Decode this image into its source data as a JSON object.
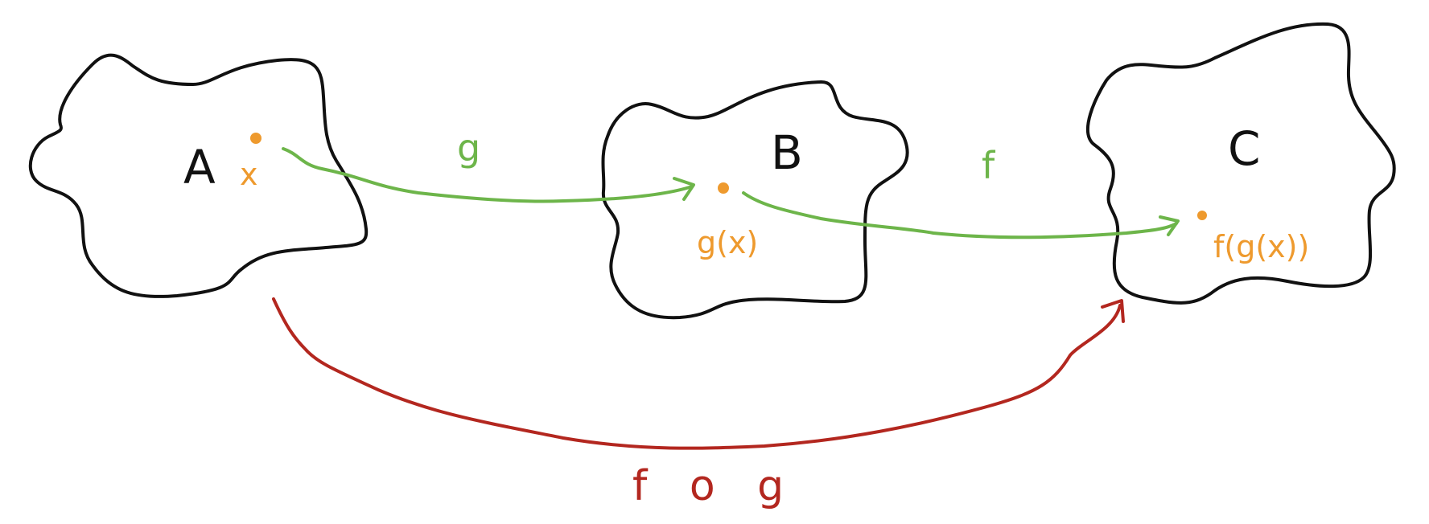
{
  "sets": [
    {
      "name": "A"
    },
    {
      "name": "B"
    },
    {
      "name": "C"
    }
  ],
  "elements": {
    "x": "x",
    "gx": "g(x)",
    "fgx": "f(g(x))"
  },
  "maps": {
    "g": "g",
    "f": "f",
    "composite": "f o g"
  },
  "colors": {
    "outline": "#111111",
    "point": "#ee9a2e",
    "element_text": "#ee9a2e",
    "map_g_f": "#6db54a",
    "composite": "#b3271f"
  }
}
